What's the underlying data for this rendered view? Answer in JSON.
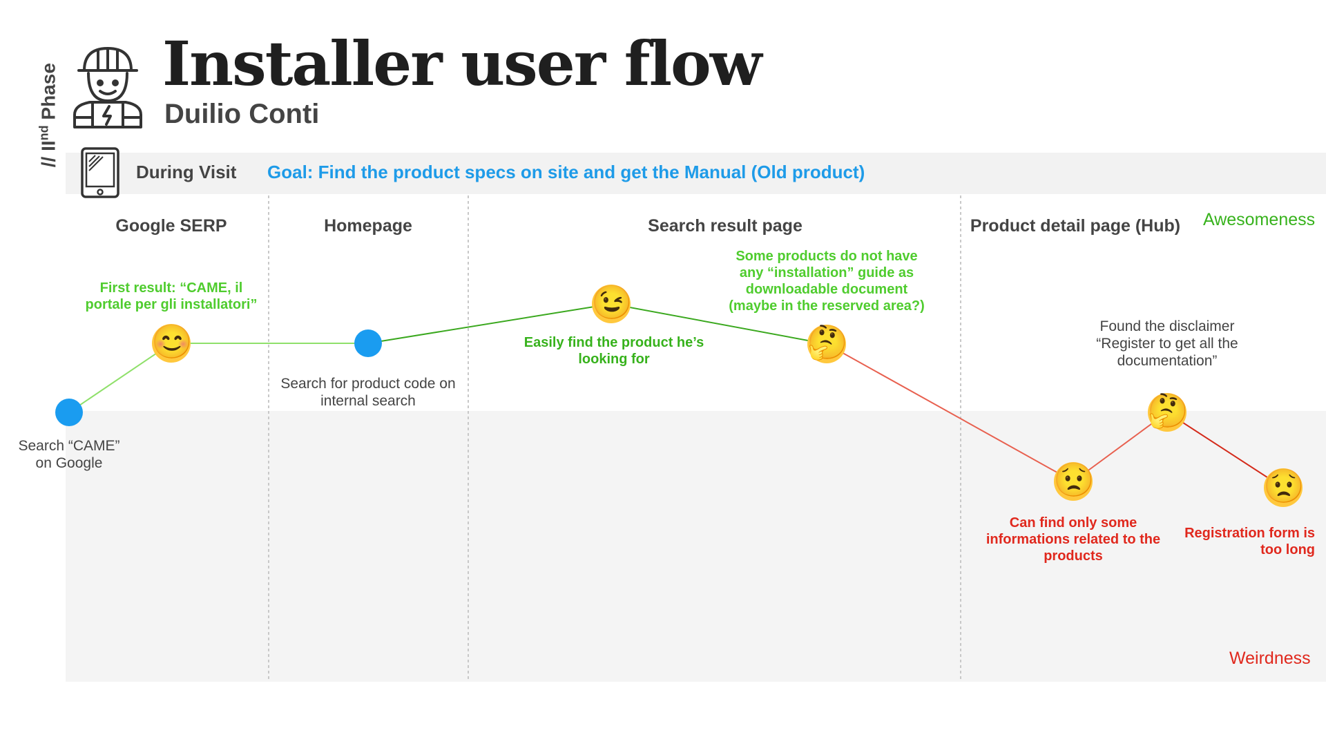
{
  "header": {
    "phase_label_main": "// II",
    "phase_label_sup": "nd",
    "phase_label_tail": " Phase",
    "title": "Installer user flow",
    "persona_name": "Duilio Conti",
    "persona_icon": "installer-worker-icon"
  },
  "visit_bar": {
    "device_icon": "tablet-icon",
    "label": "During Visit",
    "goal": "Goal: Find the product specs on site and get the Manual (Old product)"
  },
  "stages": [
    {
      "label": "Google SERP"
    },
    {
      "label": "Homepage"
    },
    {
      "label": "Search result page"
    },
    {
      "label": "Product detail page (Hub)"
    }
  ],
  "scale": {
    "top_label": "Awesomeness",
    "bottom_label": "Weirdness",
    "top_color": "#37b21c",
    "bottom_color": "#e0281d"
  },
  "steps": [
    {
      "marker": "dot",
      "emoji": "",
      "note": "Search “CAME” on Google",
      "note_style": "gray"
    },
    {
      "marker": "emoji",
      "emoji": "😊",
      "note": "First result: “CAME, il portale per gli installatori”",
      "note_style": "green"
    },
    {
      "marker": "dot",
      "emoji": "",
      "note": "Search for product code on internal search",
      "note_style": "gray"
    },
    {
      "marker": "emoji",
      "emoji": "😉",
      "note": "Easily find the product he’s looking for",
      "note_style": "green2"
    },
    {
      "marker": "emoji",
      "emoji": "🤔",
      "note": "Some products do not have any “installation” guide as downloadable document (maybe in the reserved area?)",
      "note_style": "green"
    },
    {
      "marker": "emoji",
      "emoji": "😟",
      "note": "Can find only some informations related to the products",
      "note_style": "red"
    },
    {
      "marker": "emoji",
      "emoji": "🤔",
      "note": "Found the disclaimer “Register to get all the documentation”",
      "note_style": "gray"
    },
    {
      "marker": "emoji",
      "emoji": "😟",
      "note": "Registration form is too long",
      "note_style": "red"
    }
  ],
  "colors": {
    "dot": "#1a9cf0",
    "positive_line": "#8fe06a",
    "positive_line_dark": "#3aa81e",
    "negative_line": "#e8604f",
    "negative_line_dark": "#d42a1a"
  }
}
